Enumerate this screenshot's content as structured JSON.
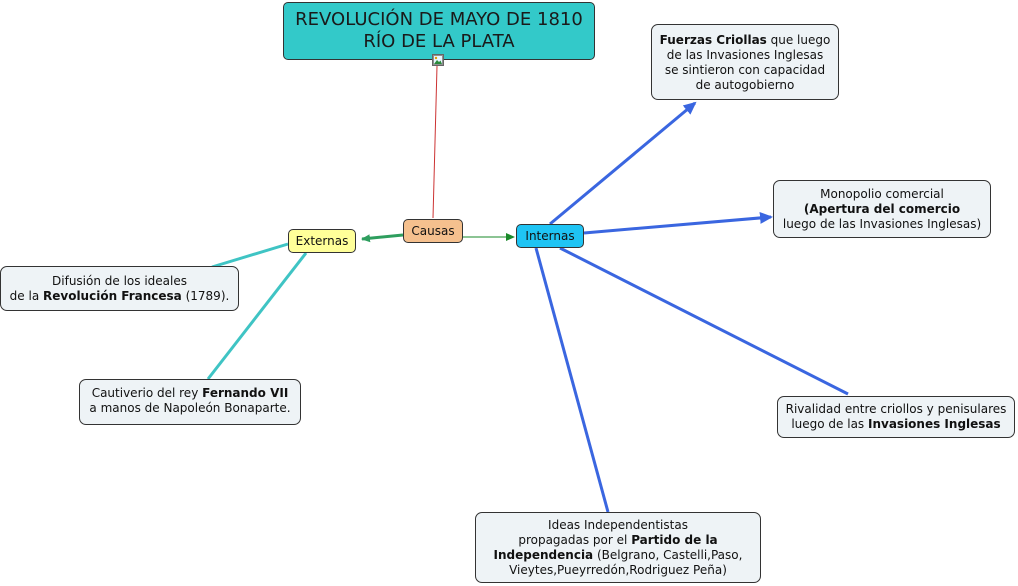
{
  "title": {
    "line1": "REVOLUCIÓN DE MAYO DE 1810",
    "line2": "RÍO DE LA PLATA"
  },
  "nodes": {
    "causas": "Causas",
    "externas": "Externas",
    "internas": "Internas"
  },
  "boxes": {
    "fuerzas": {
      "bold": "Fuerzas Criollas",
      "rest1": " que luego",
      "line2": "de las Invasiones Inglesas",
      "line3": "se sintieron con capacidad",
      "line4": "de autogobierno"
    },
    "monopolio": {
      "line1": "Monopolio comercial",
      "bold": "(Apertura del comercio",
      "line3": "luego de las Invasiones Inglesas)"
    },
    "rivalidad": {
      "line1": "Rivalidad entre criollos y penisulares",
      "pre2": "luego de las ",
      "bold": "Invasiones Inglesas"
    },
    "ideas": {
      "line1": "Ideas Independentistas",
      "pre2": "propagadas por el ",
      "bold2": "Partido de la",
      "bold3": "Independencia",
      "rest3": " (Belgrano, Castelli,Paso,",
      "line4": "Vieytes,Pueyrredón,Rodriguez Peña)"
    },
    "difusion": {
      "line1": "Difusión de los ideales",
      "pre2": "de la ",
      "bold": "Revolución Francesa",
      "rest2": " (1789)."
    },
    "cautiverio": {
      "pre1": "Cautiverio del rey ",
      "bold": "Fernando VII",
      "line2": "a manos de Napoleón Bonaparte."
    }
  },
  "colors": {
    "title_bg": "#33c9c9",
    "causas_bg": "#f5c08e",
    "externas_bg": "#ffff99",
    "internas_bg": "#1fc4f4",
    "box_bg": "#eef3f6",
    "title_link": "#cc3333",
    "causas_links": "#2e9e5e",
    "internas_links": "#3a66e0",
    "externas_links": "#3fc4c4"
  }
}
